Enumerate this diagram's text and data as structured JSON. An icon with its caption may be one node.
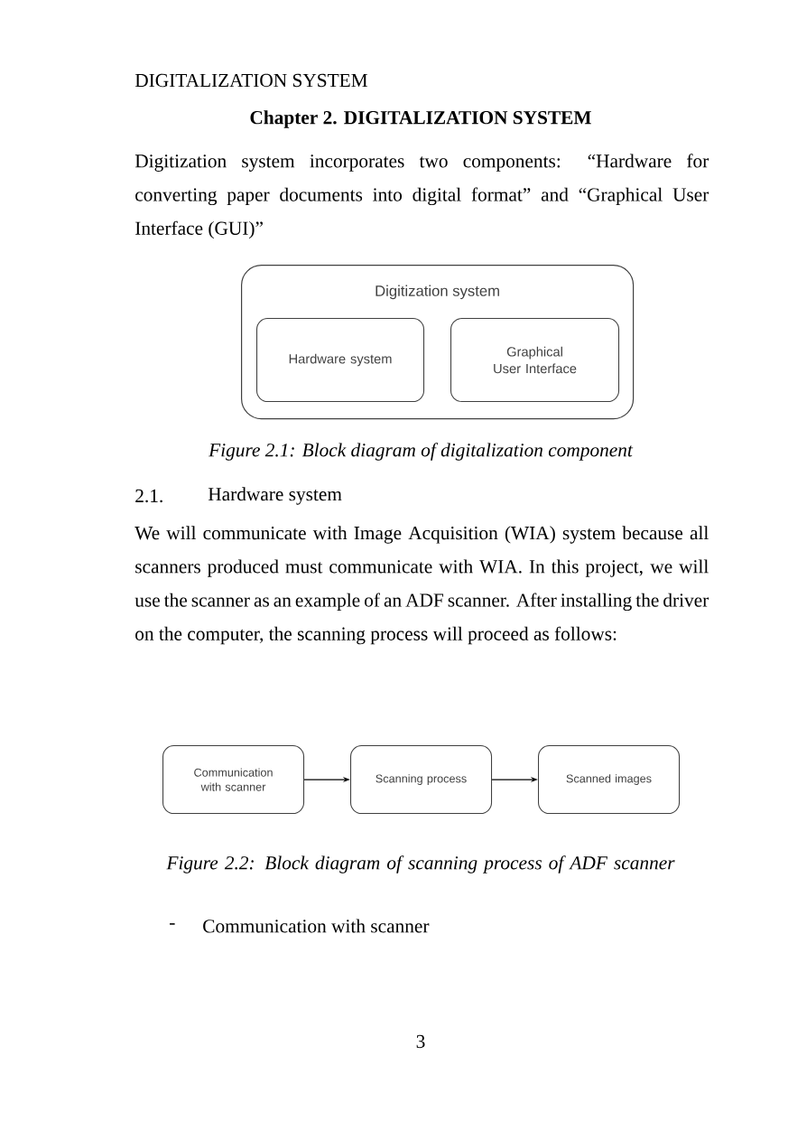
{
  "diagram": {
    "title": "Chapter 2. DIGITALIZATION SYSTEM",
    "nodes": [
      {
        "text": [
          "Digitization system"
        ]
      },
      {
        "text": [
          "Hardware system"
        ],
        "in": 0
      },
      {
        "text": [
          "Graphical User Interface"
        ],
        "in": 0
      },
      {
        "text": [
          "Communication with scanner"
        ]
      },
      {
        "text": [
          "Scanning process"
        ]
      },
      {
        "text": [
          "Scanned images"
        ]
      }
    ],
    "edges": [
      {
        "from": 3,
        "to": 4,
        "arrow": "to"
      },
      {
        "from": 4,
        "to": 5,
        "arrow": "to"
      }
    ],
    "labels": [
      "DIGITALIZATION SYSTEM",
      "Digitization system incorporates two components: “Hardware for converting paper documents into digital format” and “Graphical User Interface (GUI)”",
      "Figure 2.1: Block diagram of digitalization component",
      "2.1.",
      "Hardware system",
      "We will communicate with Image Acquisition (WIA) system because all scanners produced must communicate with WIA. In this project, we will use the scanner as an example of an ADF scanner. After installing the driver on the computer, the scanning process will proceed as follows:",
      "Figure 2.2: Block diagram of scanning process of ADF scanner",
      "-",
      "Communication with scanner",
      "3"
    ]
  }
}
